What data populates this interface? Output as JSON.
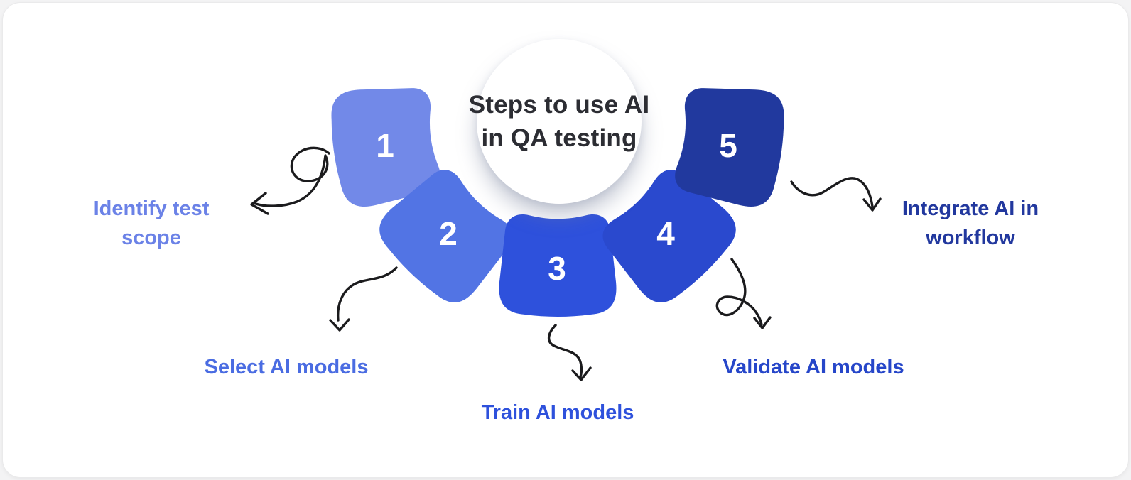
{
  "title": {
    "line1": "Steps to use AI",
    "line2": "in QA testing"
  },
  "steps": [
    {
      "number": "1",
      "label": "Identify test scope",
      "petal_color": "#7289e8",
      "label_color": "#6b82e7"
    },
    {
      "number": "2",
      "label": "Select AI models",
      "petal_color": "#5274e4",
      "label_color": "#4a6ce2"
    },
    {
      "number": "3",
      "label": "Train AI models",
      "petal_color": "#2e51dc",
      "label_color": "#2e51dc"
    },
    {
      "number": "4",
      "label": "Validate AI models",
      "petal_color": "#2a49ce",
      "label_color": "#2646c9"
    },
    {
      "number": "5",
      "label": "Integrate AI in workflow",
      "petal_color": "#21399e",
      "label_color": "#22389e"
    }
  ],
  "colors": {
    "page_bg": "#f3f3f4",
    "card_bg": "#ffffff",
    "card_border": "#eaeaeb",
    "circle_bg": "#ffffff",
    "title_text": "#2c2d33",
    "number_text": "#ffffff",
    "arrow": "#1b1b1d"
  }
}
